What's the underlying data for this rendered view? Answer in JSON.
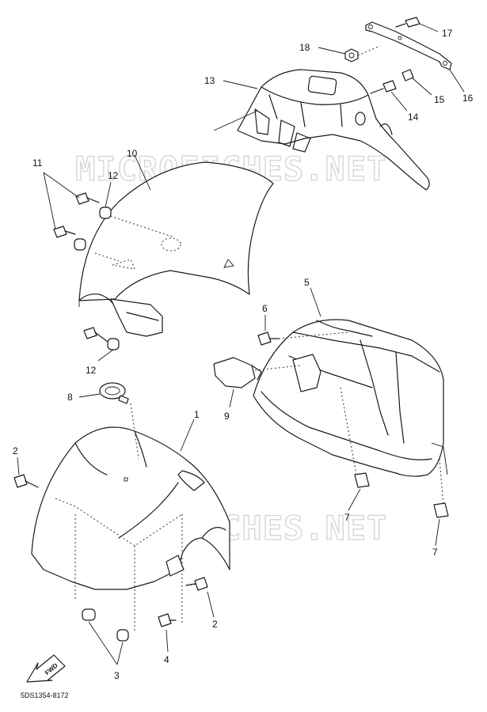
{
  "watermark": "MICROFICHES.NET",
  "diagram_code": "5DS1354-8172",
  "fwd_label": "FWD",
  "callouts": {
    "c1": "1",
    "c2a": "2",
    "c2b": "2",
    "c3": "3",
    "c4": "4",
    "c5": "5",
    "c6": "6",
    "c7a": "7",
    "c7b": "7",
    "c8": "8",
    "c9": "9",
    "c10": "10",
    "c11": "11",
    "c12a": "12",
    "c12b": "12",
    "c13": "13",
    "c14": "14",
    "c15": "15",
    "c16": "16",
    "c17": "17",
    "c18": "18"
  }
}
